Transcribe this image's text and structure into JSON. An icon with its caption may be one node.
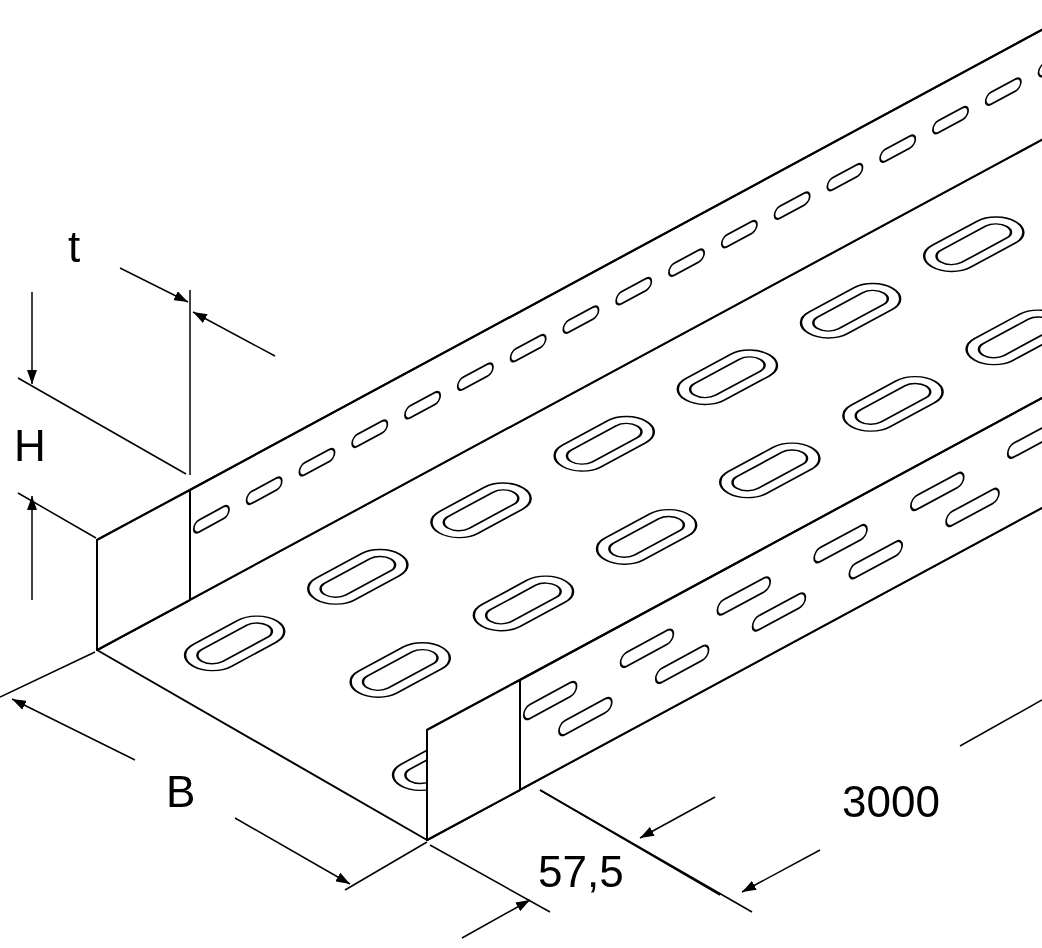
{
  "diagram": {
    "labels": [
      "t",
      "H",
      "B",
      "3000",
      "57,5"
    ]
  }
}
